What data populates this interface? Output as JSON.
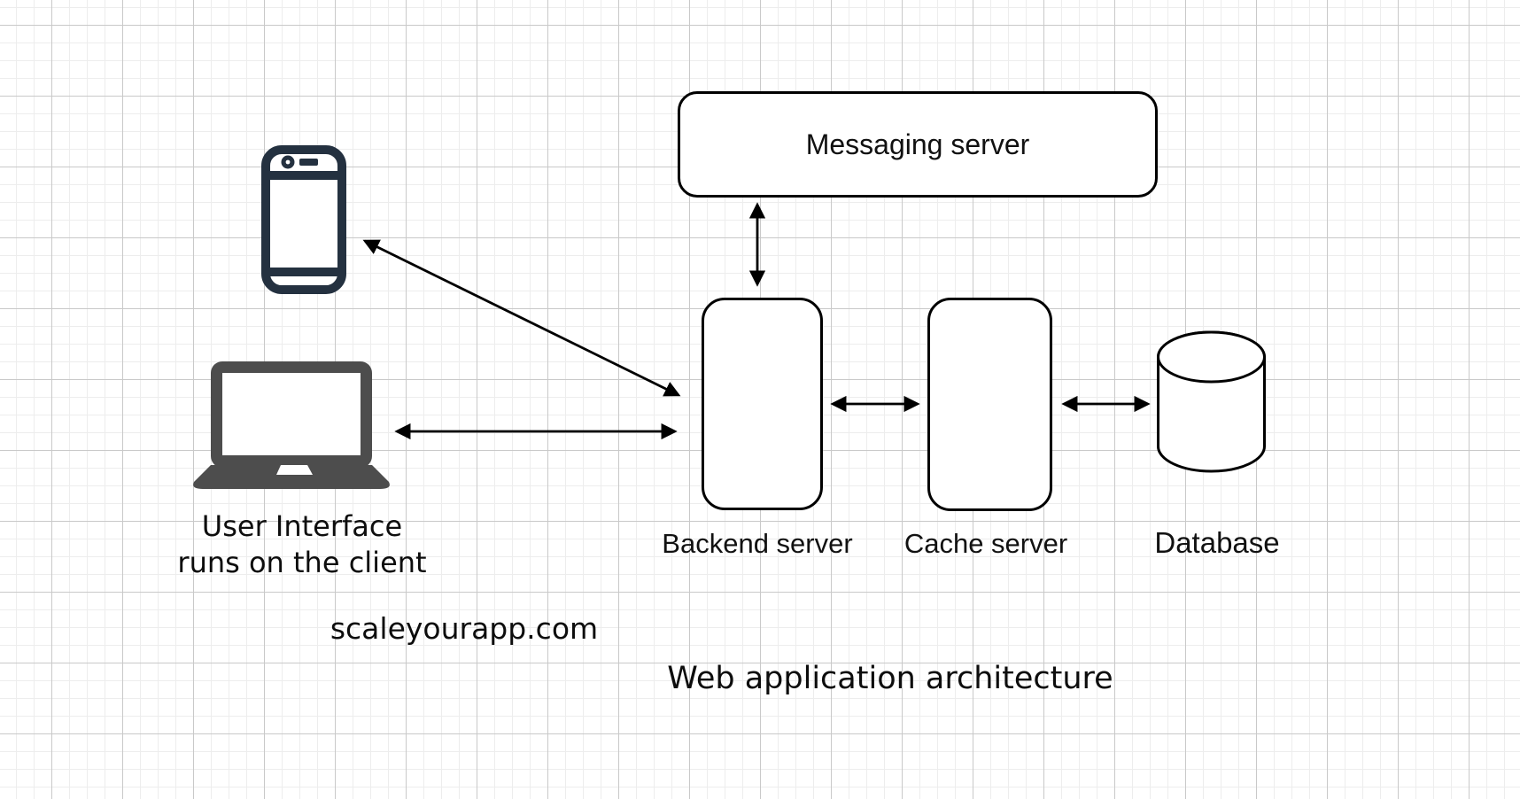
{
  "diagram": {
    "title": "Web application architecture",
    "watermark": "scaleyourapp.com",
    "client": {
      "caption_line1": "User Interface",
      "caption_line2": "runs on the client",
      "devices": [
        "smartphone-icon",
        "laptop-icon"
      ]
    },
    "nodes": {
      "messaging": {
        "label": "Messaging server",
        "shape": "rounded-rectangle"
      },
      "backend": {
        "label": "Backend server",
        "shape": "rounded-rectangle"
      },
      "cache": {
        "label": "Cache server",
        "shape": "rounded-rectangle"
      },
      "database": {
        "label": "Database",
        "shape": "cylinder"
      }
    },
    "edges": [
      {
        "from": "client-smartphone",
        "to": "backend",
        "direction": "bidirectional"
      },
      {
        "from": "client-laptop",
        "to": "backend",
        "direction": "bidirectional"
      },
      {
        "from": "messaging",
        "to": "backend",
        "direction": "bidirectional"
      },
      {
        "from": "backend",
        "to": "cache",
        "direction": "bidirectional"
      },
      {
        "from": "cache",
        "to": "database",
        "direction": "bidirectional"
      }
    ],
    "colors": {
      "stroke": "#000000",
      "node_fill": "#ffffff",
      "phone_icon": "#243140",
      "laptop_icon": "#4d4d4d",
      "grid_minor": "#ededed",
      "grid_major": "#c9c9c9"
    }
  }
}
